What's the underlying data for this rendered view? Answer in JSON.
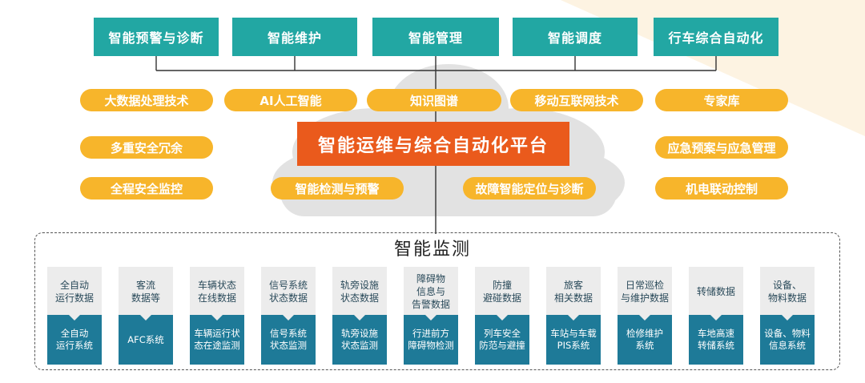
{
  "top_functions": [
    "智能预警与诊断",
    "智能维护",
    "智能管理",
    "智能调度",
    "行车综合自动化"
  ],
  "tech_pills": [
    "大数据处理技术",
    "AI人工智能",
    "知识图谱",
    "移动互联网技术",
    "专家库"
  ],
  "left_pills": [
    "多重安全冗余",
    "全程安全监控"
  ],
  "right_pills": [
    "应急预案与应急管理",
    "机电联动控制"
  ],
  "center_pills": [
    "智能检测与预警",
    "故障智能定位与诊断"
  ],
  "platform_title": "智能运维与综合自动化平台",
  "monitoring": {
    "title": "智能监测",
    "cards": [
      {
        "top": "全自动\n运行数据",
        "bottom": "全自动\n运行系统"
      },
      {
        "top": "客流\n数据等",
        "bottom": "AFC系统"
      },
      {
        "top": "车辆状态\n在线数据",
        "bottom": "车辆运行状\n态在途监测"
      },
      {
        "top": "信号系统\n状态数据",
        "bottom": "信号系统\n状态监测"
      },
      {
        "top": "轨旁设施\n状态数据",
        "bottom": "轨旁设施\n状态监测"
      },
      {
        "top": "障碍物\n信息与\n告警数据",
        "bottom": "行进前方\n障碍物检测"
      },
      {
        "top": "防撞\n避碰数据",
        "bottom": "列车安全\n防范与避撞"
      },
      {
        "top": "旅客\n相关数据",
        "bottom": "车站与车载\nPIS系统"
      },
      {
        "top": "日常巡检\n与维护数据",
        "bottom": "检修维护\n系统"
      },
      {
        "top": "转储数据",
        "bottom": "车地高速\n转储系统"
      },
      {
        "top": "设备、\n物料数据",
        "bottom": "设备、物料\n信息系统"
      }
    ]
  },
  "colors": {
    "teal": "#22a7a3",
    "orange_pill": "#f7b52b",
    "platform_orange": "#ea5a1c",
    "card_blue": "#1e7a98",
    "cloud_gray": "#e3e3e3"
  }
}
